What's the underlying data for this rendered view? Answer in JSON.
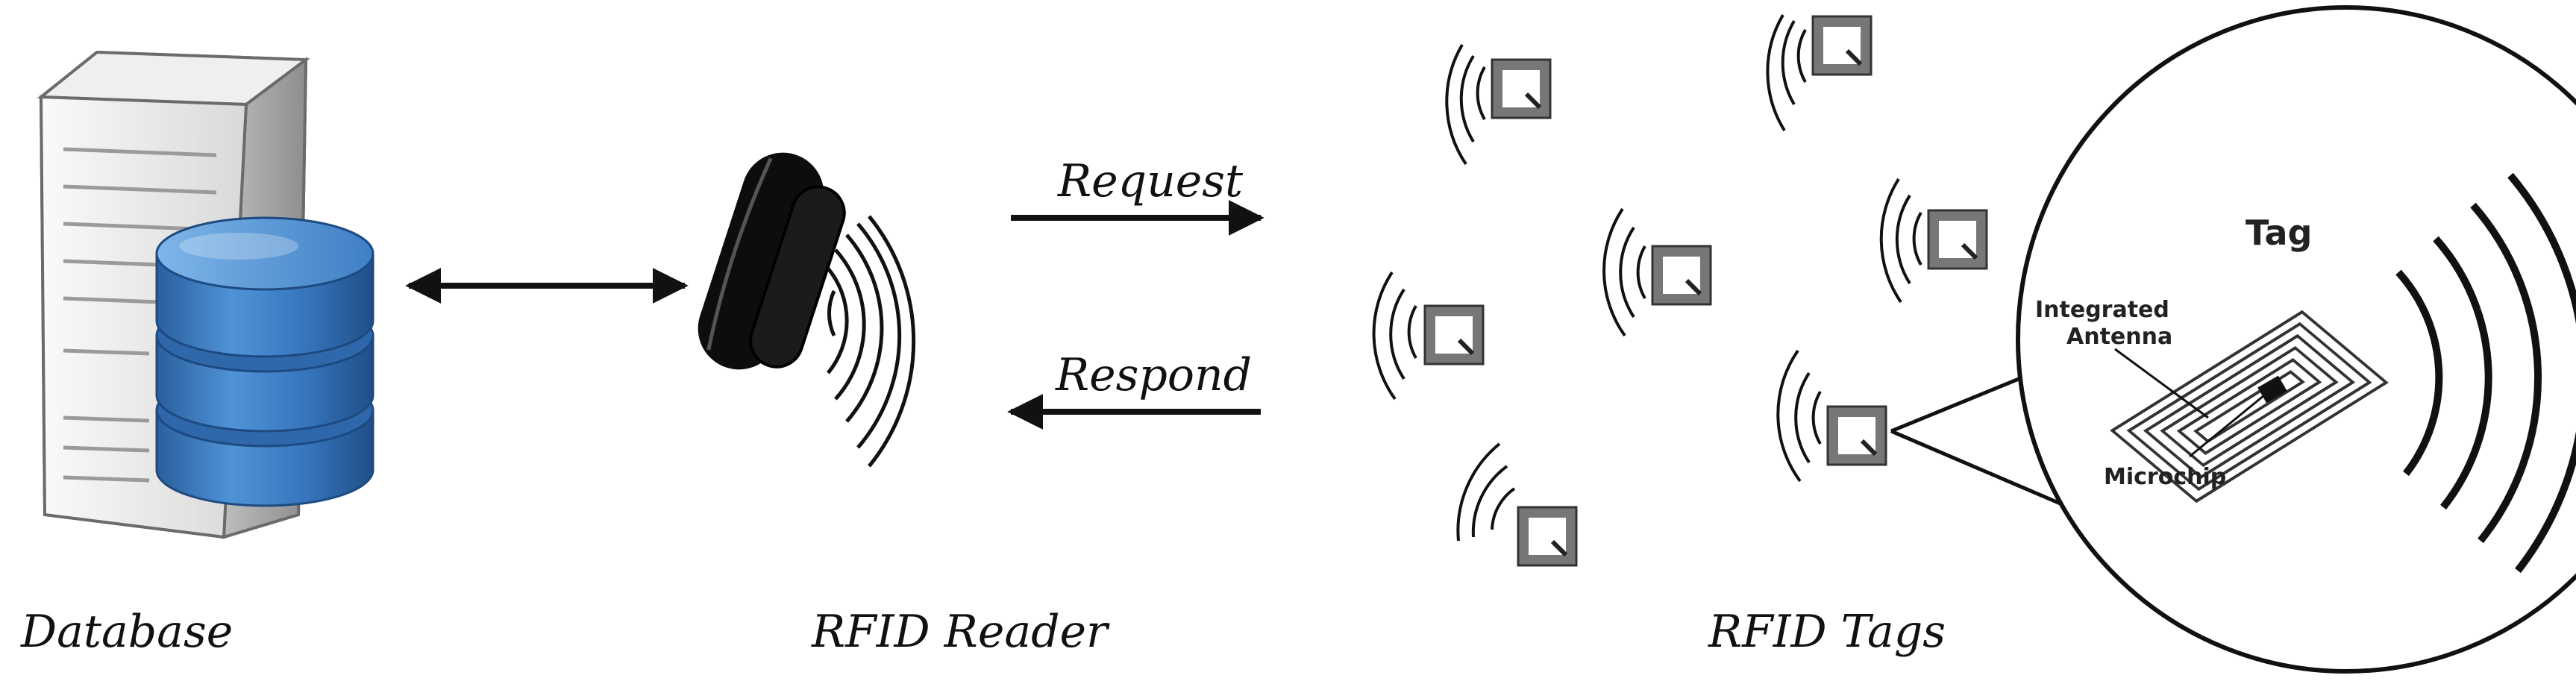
{
  "labels": {
    "database": "Database",
    "reader": "RFID Reader",
    "tags": "RFID Tags",
    "request": "Request",
    "respond": "Respond"
  },
  "callout": {
    "title": "Tag",
    "antenna_line1": "Integrated",
    "antenna_line2": "Antenna",
    "microchip": "Microchip"
  },
  "colors": {
    "db_blue": "#3a78c0",
    "server_grey": "#e6e6e6",
    "ink": "#111111"
  }
}
